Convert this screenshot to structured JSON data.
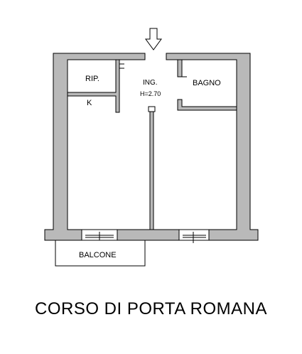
{
  "rooms": {
    "storage": "RIP.",
    "kitchen": "K",
    "entrance": "ING.",
    "ceiling_height": "H=2.70",
    "bathroom": "BAGNO",
    "balcony": "BALCONE"
  },
  "street_name": "CORSO DI PORTA ROMANA",
  "colors": {
    "wall_fill": "#b9b9b9",
    "line": "#000000",
    "background": "#ffffff"
  }
}
